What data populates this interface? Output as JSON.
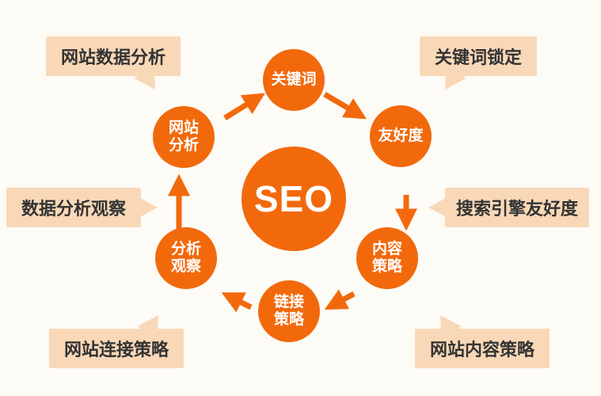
{
  "diagram": {
    "background_color": "#fdfbf6",
    "accent_color": "#f2690c",
    "callout_bg_color": "#f9d8b8",
    "callout_text_color": "#333333",
    "center": {
      "label": "SEO"
    },
    "nodes": [
      {
        "name": "site-analysis",
        "lines": [
          "网站",
          "分析"
        ]
      },
      {
        "name": "keywords",
        "lines": [
          "关键词"
        ]
      },
      {
        "name": "friendliness",
        "lines": [
          "友好度"
        ]
      },
      {
        "name": "content-strategy",
        "lines": [
          "内容",
          "策略"
        ]
      },
      {
        "name": "link-strategy",
        "lines": [
          "链接",
          "策略"
        ]
      },
      {
        "name": "analysis-observation",
        "lines": [
          "分析",
          "观察"
        ]
      }
    ],
    "callouts": [
      {
        "name": "site-data-analysis",
        "label": "网站数据分析"
      },
      {
        "name": "keyword-locking",
        "label": "关键词锁定"
      },
      {
        "name": "data-analysis-observation",
        "label": "数据分析观察"
      },
      {
        "name": "search-engine-friendliness",
        "label": "搜索引擎友好度"
      },
      {
        "name": "site-link-strategy",
        "label": "网站连接策略"
      },
      {
        "name": "site-content-strategy",
        "label": "网站内容策略"
      }
    ]
  }
}
